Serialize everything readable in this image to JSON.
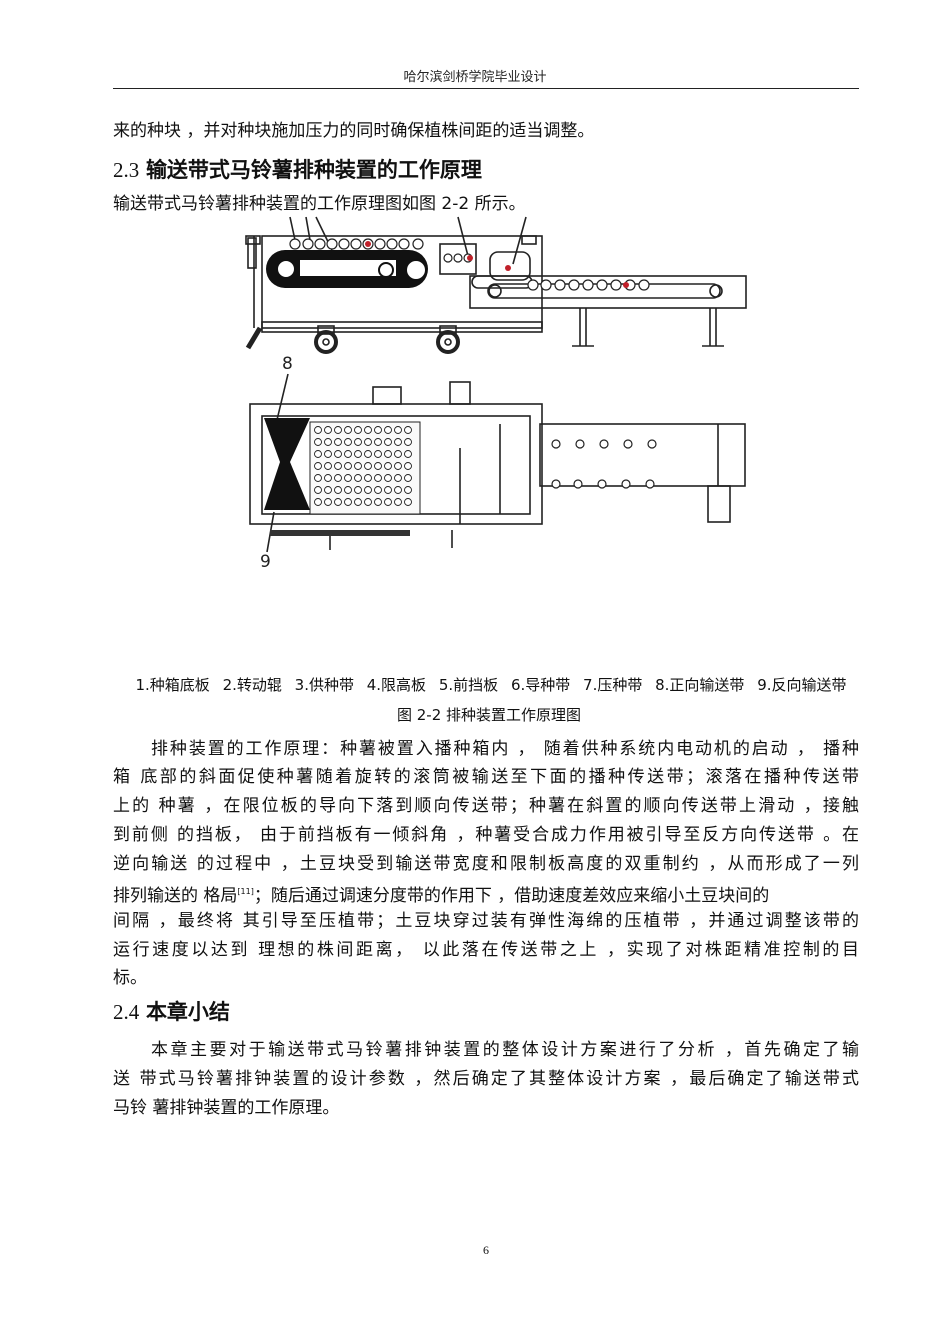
{
  "header": {
    "title": "哈尔滨剑桥学院毕业设计"
  },
  "intro_line": "来的种块 ，并对种块施加压力的同时确保植株间距的适当调整。",
  "section_2_3": {
    "number": "2.3",
    "title": "输送带式马铃薯排种装置的工作原理",
    "lead": "输送带式马铃薯排种装置的工作原理图如图 2-2 所示。"
  },
  "figure": {
    "label_8": "8",
    "label_9": "9",
    "legend": [
      "1.种箱底板",
      "2.转动辊",
      "3.供种带",
      "4.限高板",
      "5.前挡板",
      "6.导种带",
      "7.压种带",
      "8.正向输送带",
      "9.反向输送带"
    ],
    "caption": "图 2-2  排种装置工作原理图"
  },
  "principle_paragraph": {
    "lines": [
      "排种装置的工作原理：种薯被置入播种箱内 ， 随着供种系统内电动机的启动 ， 播种",
      "箱 底部的斜面促使种薯随着旋转的滚筒被输送至下面的播种传送带；滚落在播种传送带",
      "上的 种薯 ，在限位板的导向下落到顺向传送带；种薯在斜置的顺向传送带上滑动 ，接触",
      "到前侧 的挡板， 由于前挡板有一倾斜角 ，种薯受合成力作用被引导至反方向传送带 。在",
      "逆向输送 的过程中 ，土豆块受到输送带宽度和限制板高度的双重制约 ，从而形成了一列",
      "排列输送的 格局",
      "；随后通过调速分度带的作用下 ，借助速度差效应来缩小土豆块间的",
      "间隔 ，最终将 其引导至压植带；土豆块穿过装有弹性海绵的压植带 ，并通过调整该带的",
      "运行速度以达到 理想的株间距离， 以此落在传送带之上 ，实现了对株距精准控制的目",
      "标。"
    ],
    "citation": "[11]"
  },
  "section_2_4": {
    "number": "2.4",
    "title": "本章小结",
    "lines": [
      "本章主要对于输送带式马铃薯排钟装置的整体设计方案进行了分析 ，首先确定了输",
      "送 带式马铃薯排钟装置的设计参数 ，然后确定了其整体设计方案 ，最后确定了输送带式",
      "马铃 薯排钟装置的工作原理。"
    ]
  },
  "footer": {
    "page_number": "6"
  }
}
